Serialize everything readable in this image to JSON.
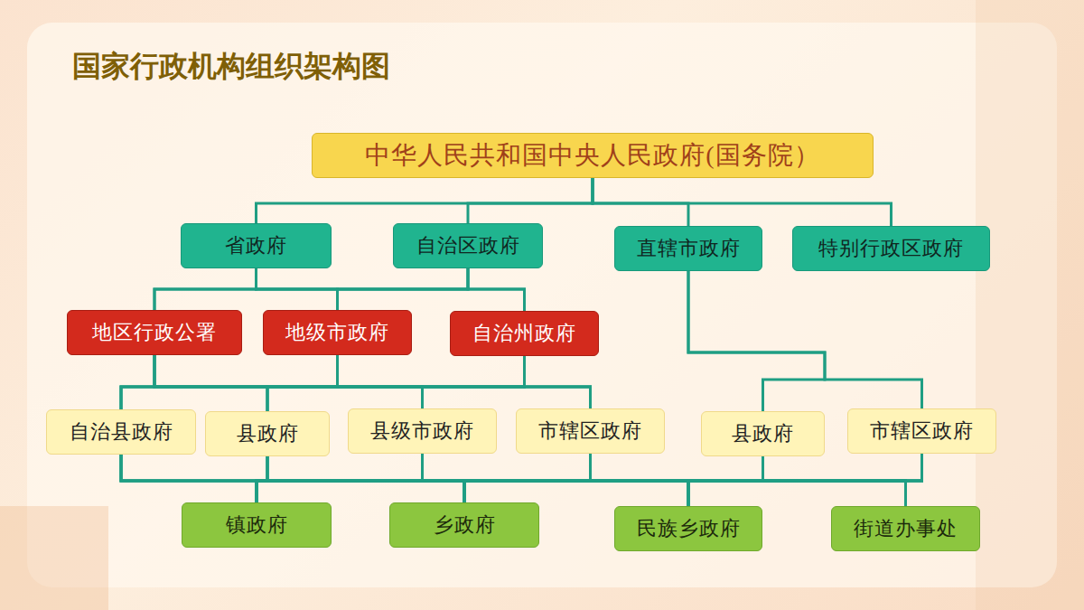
{
  "diagram": {
    "title": "国家行政机构组织架构图",
    "nodes": [
      {
        "text": [
          "中华人民共和国中央人民政府(国务院）"
        ]
      },
      {
        "text": [
          "省政府"
        ]
      },
      {
        "text": [
          "自治区政府"
        ]
      },
      {
        "text": [
          "直辖市政府"
        ]
      },
      {
        "text": [
          "特别行政区政府"
        ]
      },
      {
        "text": [
          "地区行政公署"
        ]
      },
      {
        "text": [
          "地级市政府"
        ]
      },
      {
        "text": [
          "自治州政府"
        ]
      },
      {
        "text": [
          "自治县政府"
        ]
      },
      {
        "text": [
          "县政府"
        ]
      },
      {
        "text": [
          "县级市政府"
        ]
      },
      {
        "text": [
          "市辖区政府"
        ]
      },
      {
        "text": [
          "县政府"
        ]
      },
      {
        "text": [
          "市辖区政府"
        ]
      },
      {
        "text": [
          "镇政府"
        ]
      },
      {
        "text": [
          "乡政府"
        ]
      },
      {
        "text": [
          "民族乡政府"
        ]
      },
      {
        "text": [
          "街道办事处"
        ]
      }
    ],
    "edges": [
      {
        "from": 0,
        "to": 1,
        "arrow": "none"
      },
      {
        "from": 0,
        "to": 2,
        "arrow": "none"
      },
      {
        "from": 0,
        "to": 3,
        "arrow": "none"
      },
      {
        "from": 0,
        "to": 4,
        "arrow": "none"
      },
      {
        "from": 1,
        "to": 5,
        "arrow": "none"
      },
      {
        "from": 1,
        "to": 6,
        "arrow": "none"
      },
      {
        "from": 1,
        "to": 7,
        "arrow": "none"
      },
      {
        "from": 2,
        "to": 5,
        "arrow": "none"
      },
      {
        "from": 2,
        "to": 6,
        "arrow": "none"
      },
      {
        "from": 2,
        "to": 7,
        "arrow": "none"
      },
      {
        "from": 3,
        "to": 12,
        "arrow": "none"
      },
      {
        "from": 3,
        "to": 13,
        "arrow": "none"
      },
      {
        "from": 5,
        "to": 8,
        "arrow": "none"
      },
      {
        "from": 5,
        "to": 9,
        "arrow": "none"
      },
      {
        "from": 5,
        "to": 10,
        "arrow": "none"
      },
      {
        "from": 5,
        "to": 11,
        "arrow": "none"
      },
      {
        "from": 6,
        "to": 8,
        "arrow": "none"
      },
      {
        "from": 6,
        "to": 9,
        "arrow": "none"
      },
      {
        "from": 6,
        "to": 10,
        "arrow": "none"
      },
      {
        "from": 6,
        "to": 11,
        "arrow": "none"
      },
      {
        "from": 7,
        "to": 8,
        "arrow": "none"
      },
      {
        "from": 7,
        "to": 9,
        "arrow": "none"
      },
      {
        "from": 7,
        "to": 10,
        "arrow": "none"
      },
      {
        "from": 7,
        "to": 11,
        "arrow": "none"
      },
      {
        "from": 8,
        "to": 14,
        "arrow": "none"
      },
      {
        "from": 8,
        "to": 15,
        "arrow": "none"
      },
      {
        "from": 8,
        "to": 16,
        "arrow": "none"
      },
      {
        "from": 8,
        "to": 17,
        "arrow": "none"
      },
      {
        "from": 9,
        "to": 14,
        "arrow": "none"
      },
      {
        "from": 9,
        "to": 15,
        "arrow": "none"
      },
      {
        "from": 9,
        "to": 16,
        "arrow": "none"
      },
      {
        "from": 9,
        "to": 17,
        "arrow": "none"
      },
      {
        "from": 10,
        "to": 14,
        "arrow": "none"
      },
      {
        "from": 10,
        "to": 15,
        "arrow": "none"
      },
      {
        "from": 10,
        "to": 16,
        "arrow": "none"
      },
      {
        "from": 10,
        "to": 17,
        "arrow": "none"
      },
      {
        "from": 11,
        "to": 14,
        "arrow": "none"
      },
      {
        "from": 11,
        "to": 15,
        "arrow": "none"
      },
      {
        "from": 11,
        "to": 16,
        "arrow": "none"
      },
      {
        "from": 11,
        "to": 17,
        "arrow": "none"
      },
      {
        "from": 12,
        "to": 14,
        "arrow": "none"
      },
      {
        "from": 12,
        "to": 15,
        "arrow": "none"
      },
      {
        "from": 12,
        "to": 16,
        "arrow": "none"
      },
      {
        "from": 12,
        "to": 17,
        "arrow": "none"
      },
      {
        "from": 13,
        "to": 14,
        "arrow": "none"
      },
      {
        "from": 13,
        "to": 15,
        "arrow": "none"
      },
      {
        "from": 13,
        "to": 16,
        "arrow": "none"
      },
      {
        "from": 13,
        "to": 17,
        "arrow": "none"
      }
    ]
  }
}
